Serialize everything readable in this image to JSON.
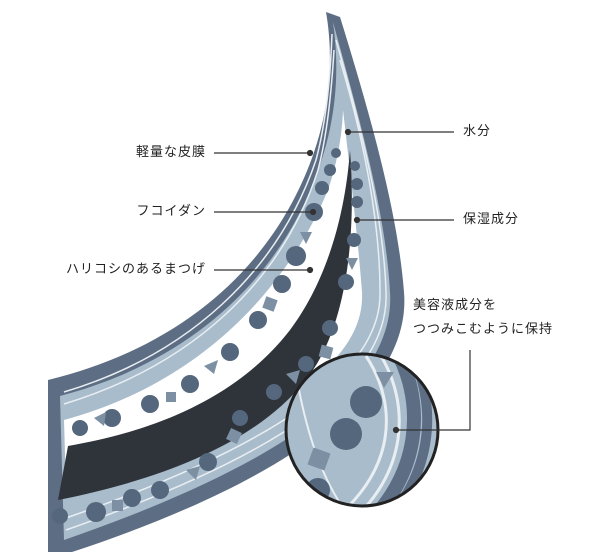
{
  "labels": {
    "thin_film": "軽量な皮膜",
    "fucoidan": "フコイダン",
    "lash": "ハリコシのあるまつげ",
    "water": "水分",
    "humectant": "保湿成分",
    "serum_line1": "美容液成分を",
    "serum_line2": "つつみこむように保持"
  },
  "colors": {
    "outer_coat": "#5d6e84",
    "coat_light": "#a9bccc",
    "lash_core": "#2f343b",
    "particle": "#55677d",
    "stripe": "#e9eef2",
    "leader_line": "#333333"
  }
}
